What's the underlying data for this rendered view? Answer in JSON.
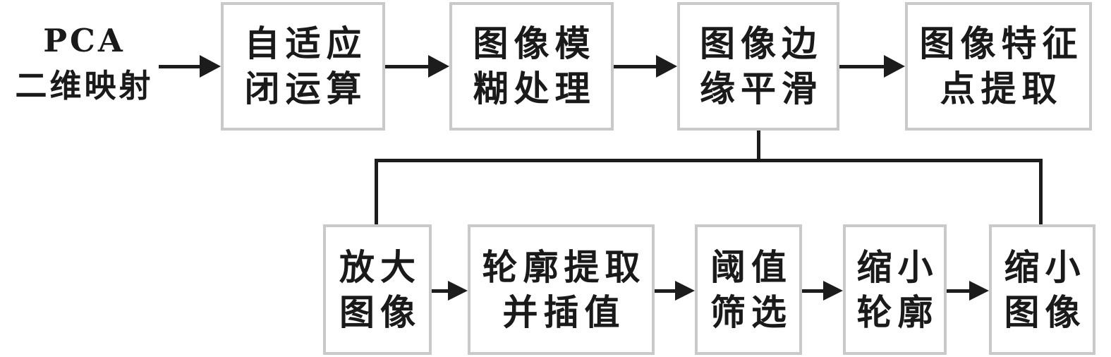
{
  "flowchart": {
    "start_label": {
      "line1": "PCA",
      "line2": "二维映射"
    },
    "top_row": [
      {
        "line1": "自适应",
        "line2": "闭运算"
      },
      {
        "line1": "图像模",
        "line2": "糊处理"
      },
      {
        "line1": "图像边",
        "line2": "缘平滑"
      },
      {
        "line1": "图像特征",
        "line2": "点提取"
      }
    ],
    "bottom_row": [
      {
        "line1": "放大",
        "line2": "图像"
      },
      {
        "line1": "轮廓提取",
        "line2": "并插值"
      },
      {
        "line1": "阈值",
        "line2": "筛选"
      },
      {
        "line1": "缩小",
        "line2": "轮廓"
      },
      {
        "line1": "缩小",
        "line2": "图像"
      }
    ],
    "colors": {
      "background": "#ffffff",
      "box_fill": "#ffffff",
      "box_border": "#c9c9c9",
      "line": "#1c1c1c",
      "text": "#1a1a1a"
    }
  }
}
